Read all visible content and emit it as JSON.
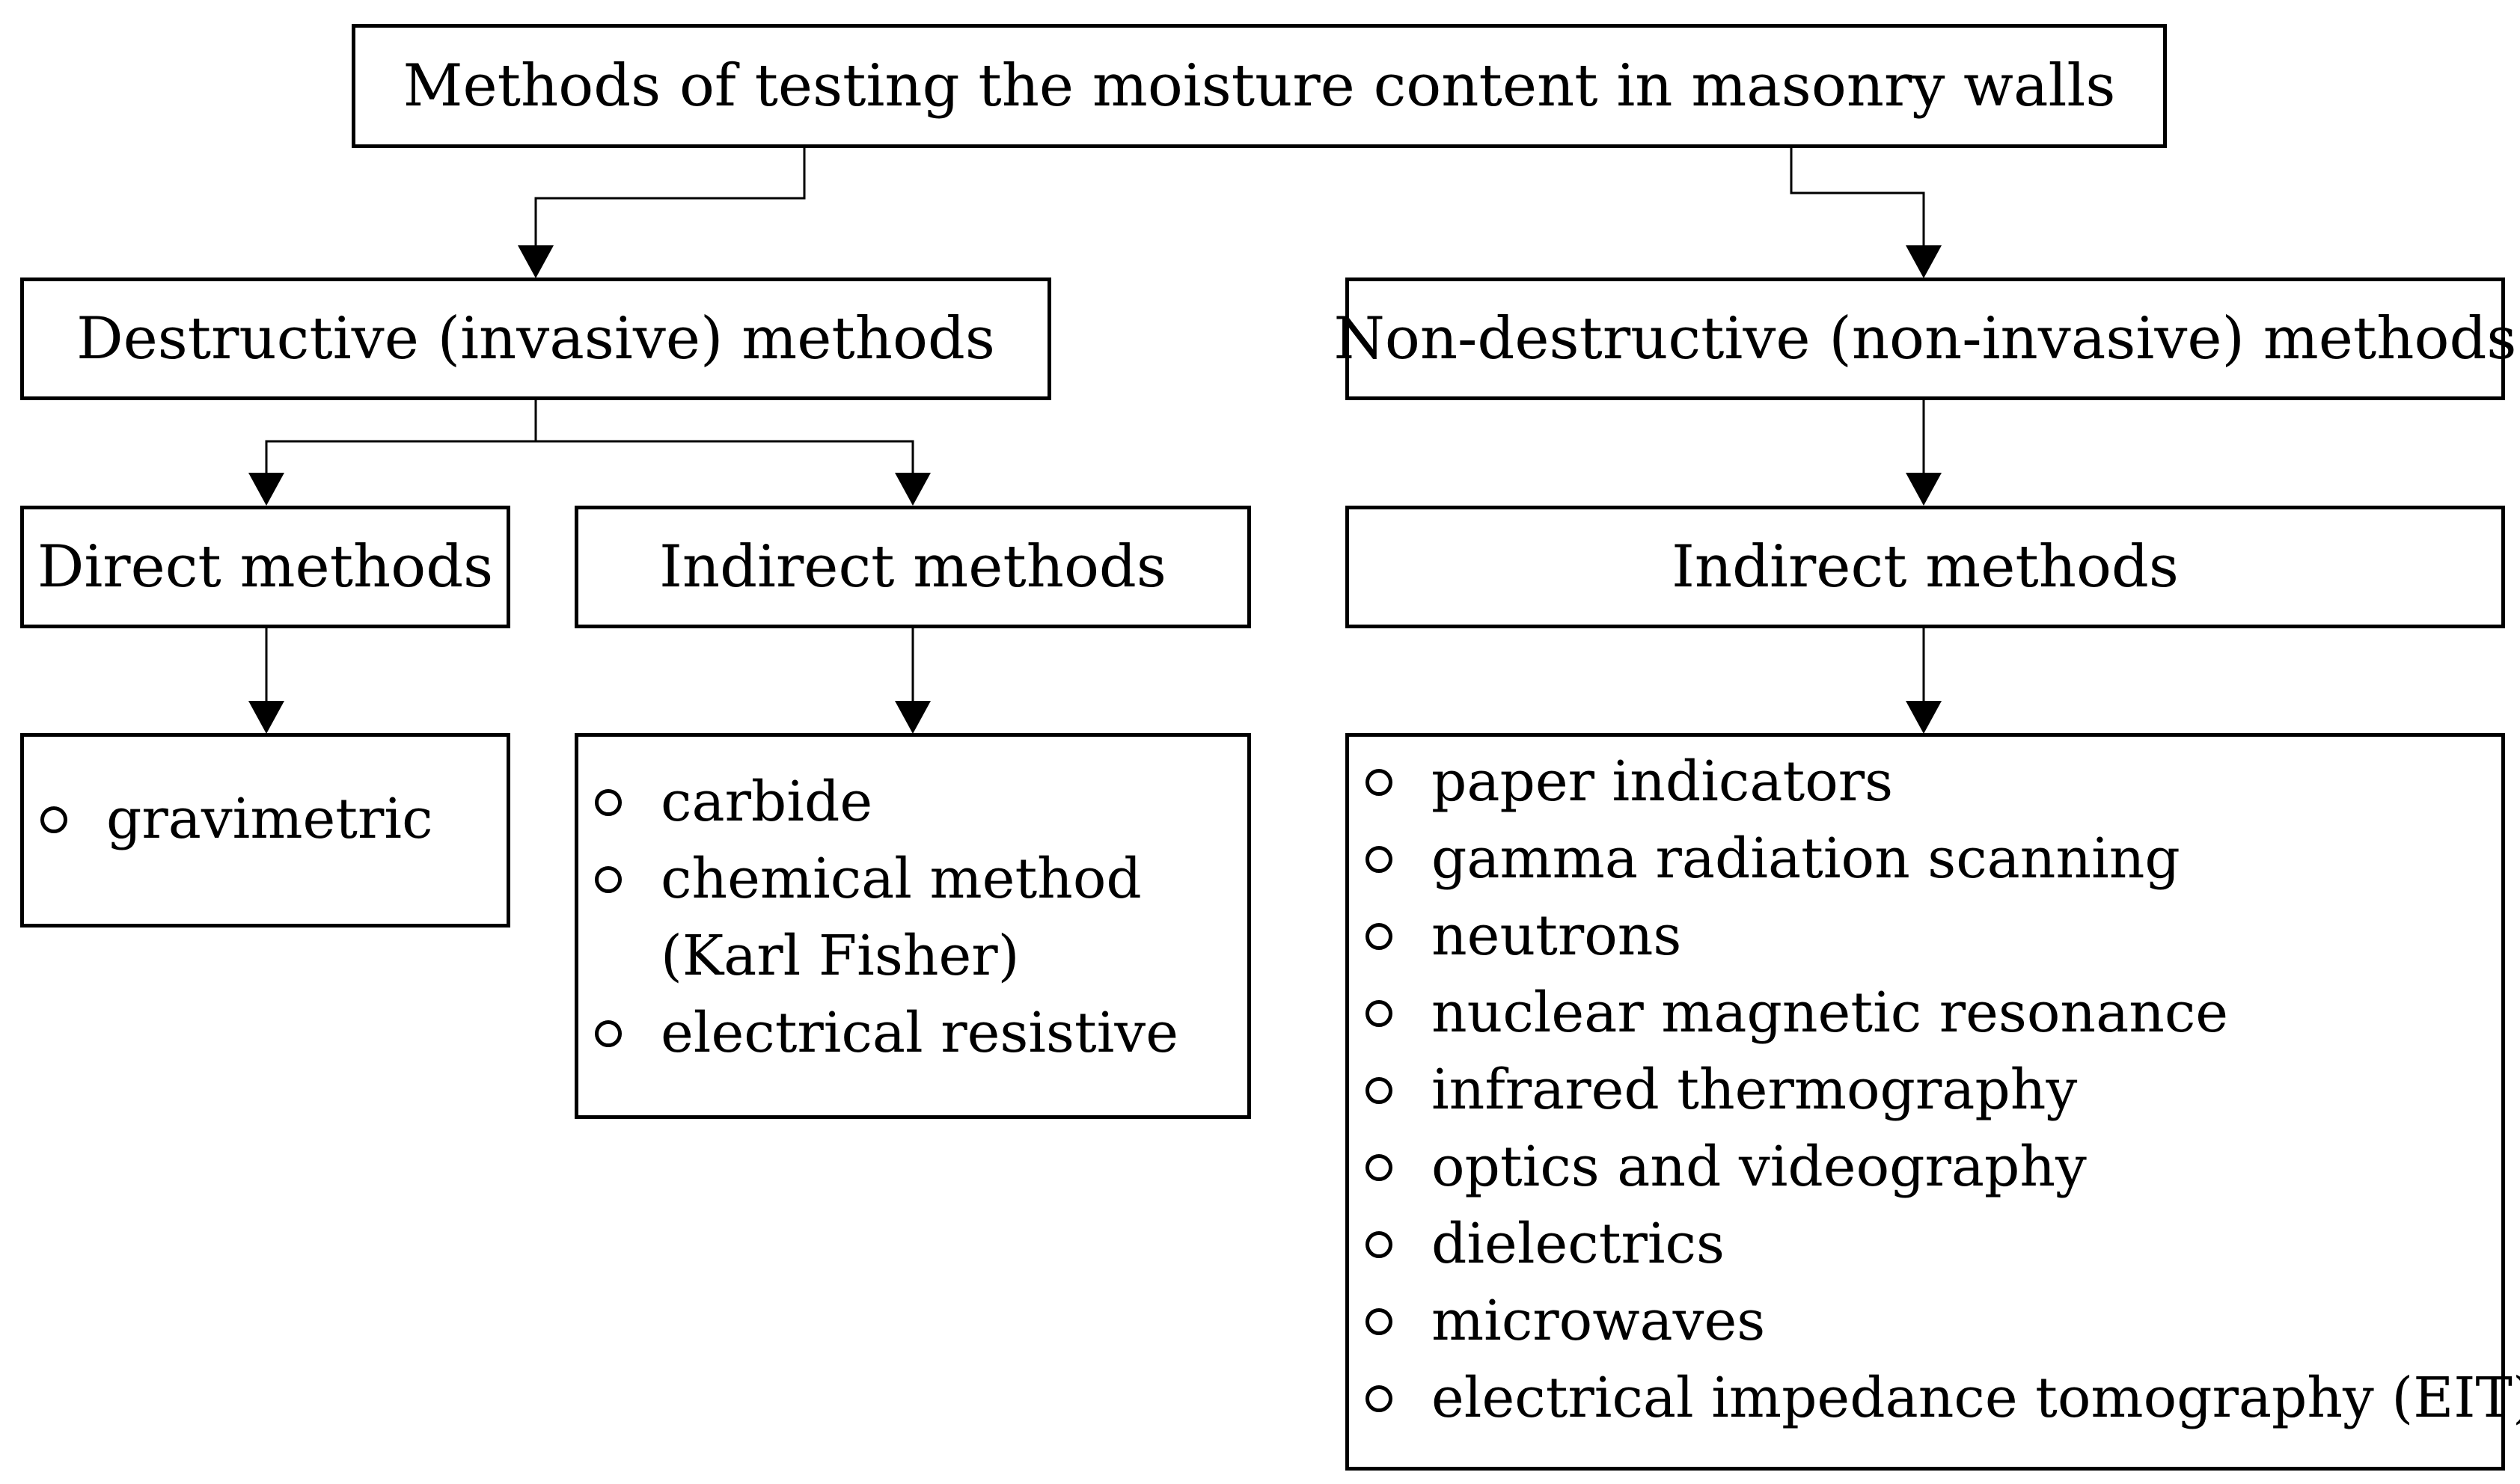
{
  "diagram": {
    "root": "Methods of testing the moisture content in masonry walls",
    "destructive": "Destructive (invasive) methods",
    "non_destructive": "Non-destructive (non-invasive) methods",
    "direct": "Direct methods",
    "indirect_destructive": "Indirect methods",
    "indirect_non_destructive": "Indirect methods",
    "direct_items": [
      "gravimetric"
    ],
    "indirect_destructive_items": [
      "carbide",
      "chemical method",
      "(Karl Fisher)",
      "electrical resistive"
    ],
    "indirect_non_destructive_items": [
      "paper indicators",
      "gamma radiation scanning",
      "neutrons",
      "nuclear magnetic resonance",
      "infrared thermography",
      "optics and videography",
      "dielectrics",
      "microwaves",
      "electrical impedance tomography (EIT)"
    ]
  }
}
